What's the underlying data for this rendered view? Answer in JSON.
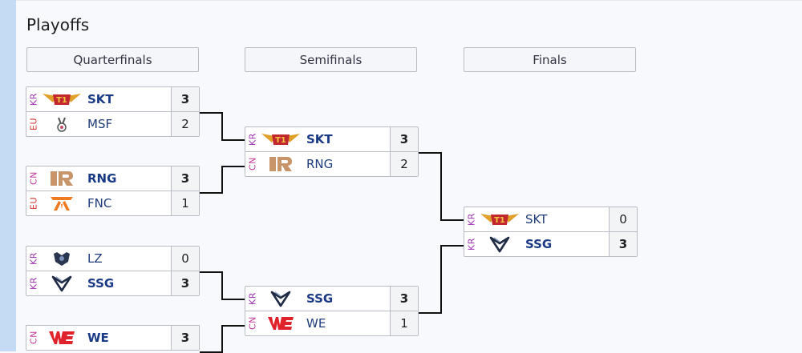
{
  "page": {
    "title": "Playoffs"
  },
  "rounds": [
    {
      "label": "Quarterfinals"
    },
    {
      "label": "Semifinals"
    },
    {
      "label": "Finals"
    }
  ],
  "region_colors": {
    "KR": "#9b2fae",
    "EU": "#d0312d",
    "CN": "#c2399b"
  },
  "matches": {
    "qf1": [
      {
        "region": "KR",
        "team": "SKT",
        "logo": "skt-logo",
        "score": "3",
        "winner": true
      },
      {
        "region": "EU",
        "team": "MSF",
        "logo": "msf-logo",
        "score": "2",
        "winner": false
      }
    ],
    "qf2": [
      {
        "region": "CN",
        "team": "RNG",
        "logo": "rng-logo",
        "score": "3",
        "winner": true
      },
      {
        "region": "EU",
        "team": "FNC",
        "logo": "fnc-logo",
        "score": "1",
        "winner": false
      }
    ],
    "qf3": [
      {
        "region": "KR",
        "team": "LZ",
        "logo": "lz-logo",
        "score": "0",
        "winner": false
      },
      {
        "region": "KR",
        "team": "SSG",
        "logo": "ssg-logo",
        "score": "3",
        "winner": true
      }
    ],
    "qf4": [
      {
        "region": "CN",
        "team": "WE",
        "logo": "we-logo",
        "score": "3",
        "winner": true
      }
    ],
    "sf1": [
      {
        "region": "KR",
        "team": "SKT",
        "logo": "skt-logo",
        "score": "3",
        "winner": true
      },
      {
        "region": "CN",
        "team": "RNG",
        "logo": "rng-logo",
        "score": "2",
        "winner": false
      }
    ],
    "sf2": [
      {
        "region": "KR",
        "team": "SSG",
        "logo": "ssg-logo",
        "score": "3",
        "winner": true
      },
      {
        "region": "CN",
        "team": "WE",
        "logo": "we-logo",
        "score": "1",
        "winner": false
      }
    ],
    "final": [
      {
        "region": "KR",
        "team": "SKT",
        "logo": "skt-logo",
        "score": "0",
        "winner": false
      },
      {
        "region": "KR",
        "team": "SSG",
        "logo": "ssg-logo",
        "score": "3",
        "winner": true
      }
    ]
  }
}
